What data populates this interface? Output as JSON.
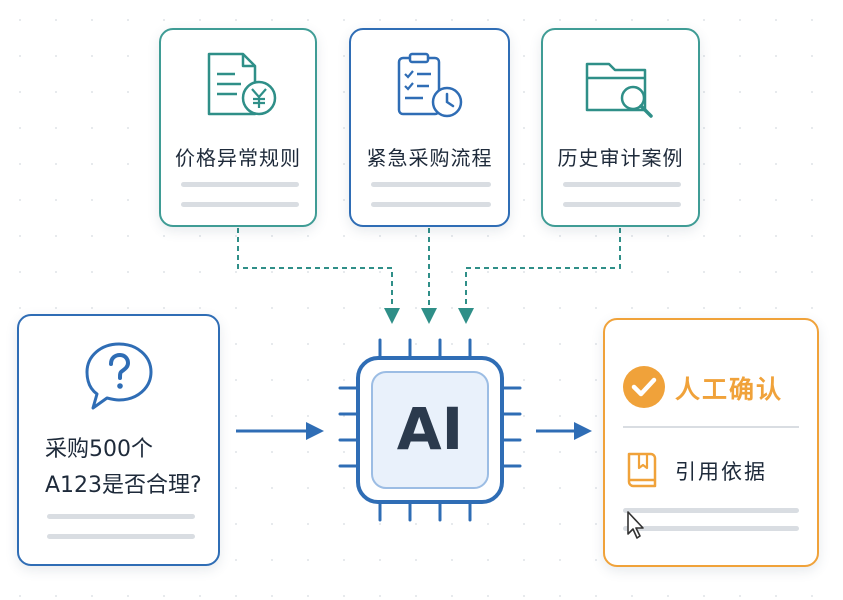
{
  "sources": [
    {
      "label": "价格异常规则",
      "icon": "price-document-icon"
    },
    {
      "label": "紧急采购流程",
      "icon": "checklist-clock-icon"
    },
    {
      "label": "历史审计案例",
      "icon": "folder-search-icon"
    }
  ],
  "question": {
    "icon": "question-bubble-icon",
    "line1": "采购500个",
    "line2": "A123是否合理?"
  },
  "processor": {
    "label": "AI",
    "icon": "chip-icon"
  },
  "output": {
    "confirm_label": "人工确认",
    "confirm_icon": "check-circle-icon",
    "citation_label": "引用依据",
    "citation_icon": "book-bookmark-icon",
    "cursor_icon": "mouse-cursor-icon"
  },
  "colors": {
    "teal": "#3f9c95",
    "blue": "#2f6db5",
    "orange": "#f0a23a",
    "text": "#1e2a3a",
    "chip_fill": "#e9f1fb"
  }
}
